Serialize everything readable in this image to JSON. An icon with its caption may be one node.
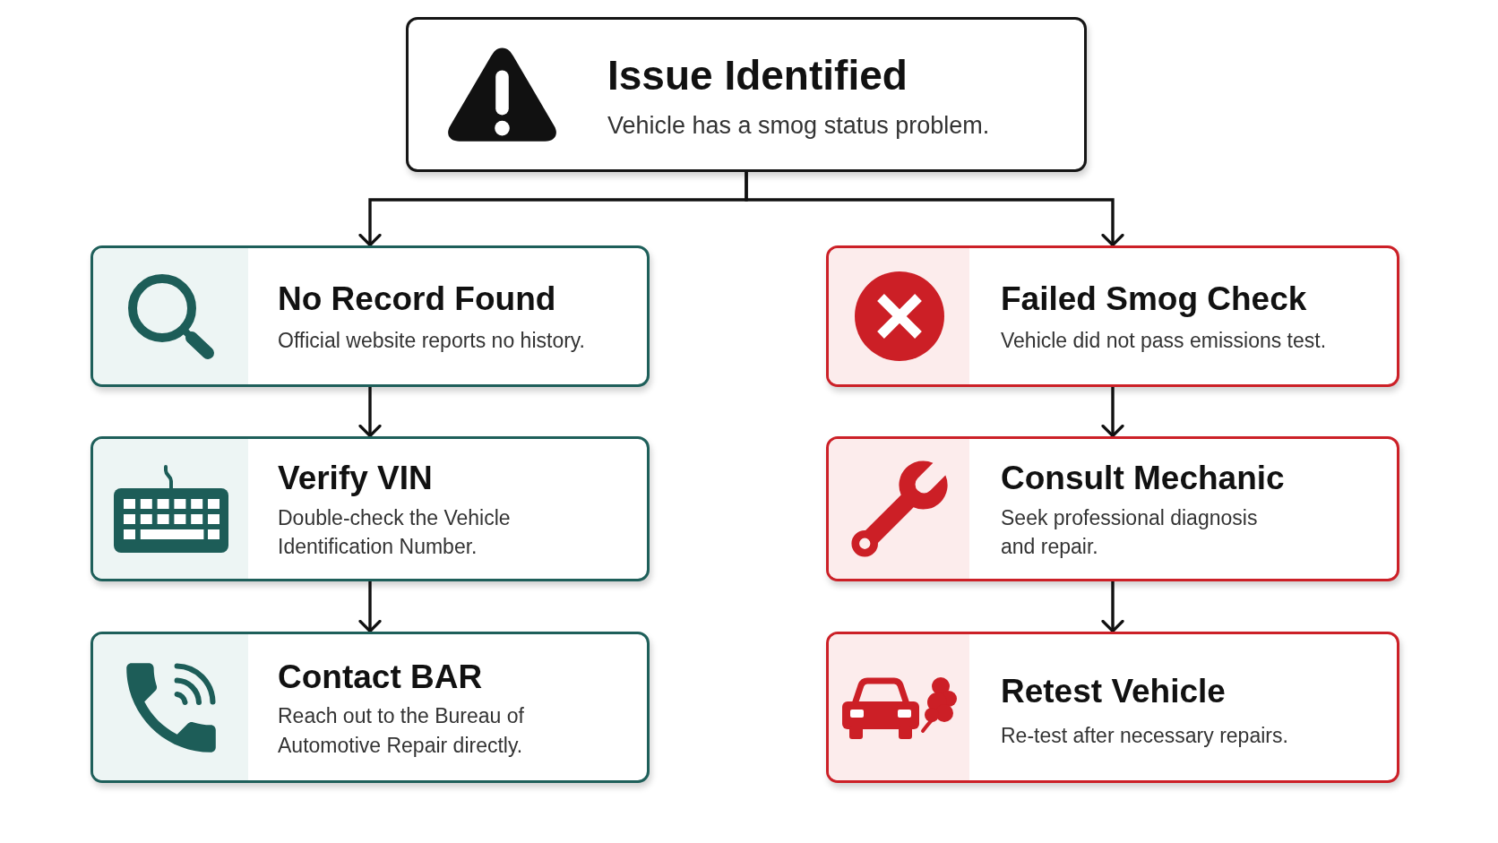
{
  "diagram": {
    "nodes": [
      {
        "text": [
          "Issue Identified",
          "Vehicle has a smog status problem."
        ]
      },
      {
        "text": [
          "No Record Found",
          "Official website reports no history."
        ]
      },
      {
        "text": [
          "Failed Smog Check",
          "Vehicle did not pass emissions test."
        ]
      },
      {
        "text": [
          "Verify VIN",
          "Double-check the Vehicle Identification Number."
        ]
      },
      {
        "text": [
          "Consult Mechanic",
          "Seek professional diagnosis and repair."
        ]
      },
      {
        "text": [
          "Contact BAR",
          "Reach out to the Bureau of Automotive Repair directly."
        ]
      },
      {
        "text": [
          "Retest Vehicle",
          "Re-test after necessary repairs."
        ]
      }
    ],
    "edges": [
      {
        "from": 0,
        "to": 1,
        "arrow": "to"
      },
      {
        "from": 0,
        "to": 2,
        "arrow": "to"
      },
      {
        "from": 1,
        "to": 3,
        "arrow": "to"
      },
      {
        "from": 3,
        "to": 5,
        "arrow": "to"
      },
      {
        "from": 2,
        "to": 4,
        "arrow": "to"
      },
      {
        "from": 4,
        "to": 6,
        "arrow": "to"
      }
    ]
  }
}
